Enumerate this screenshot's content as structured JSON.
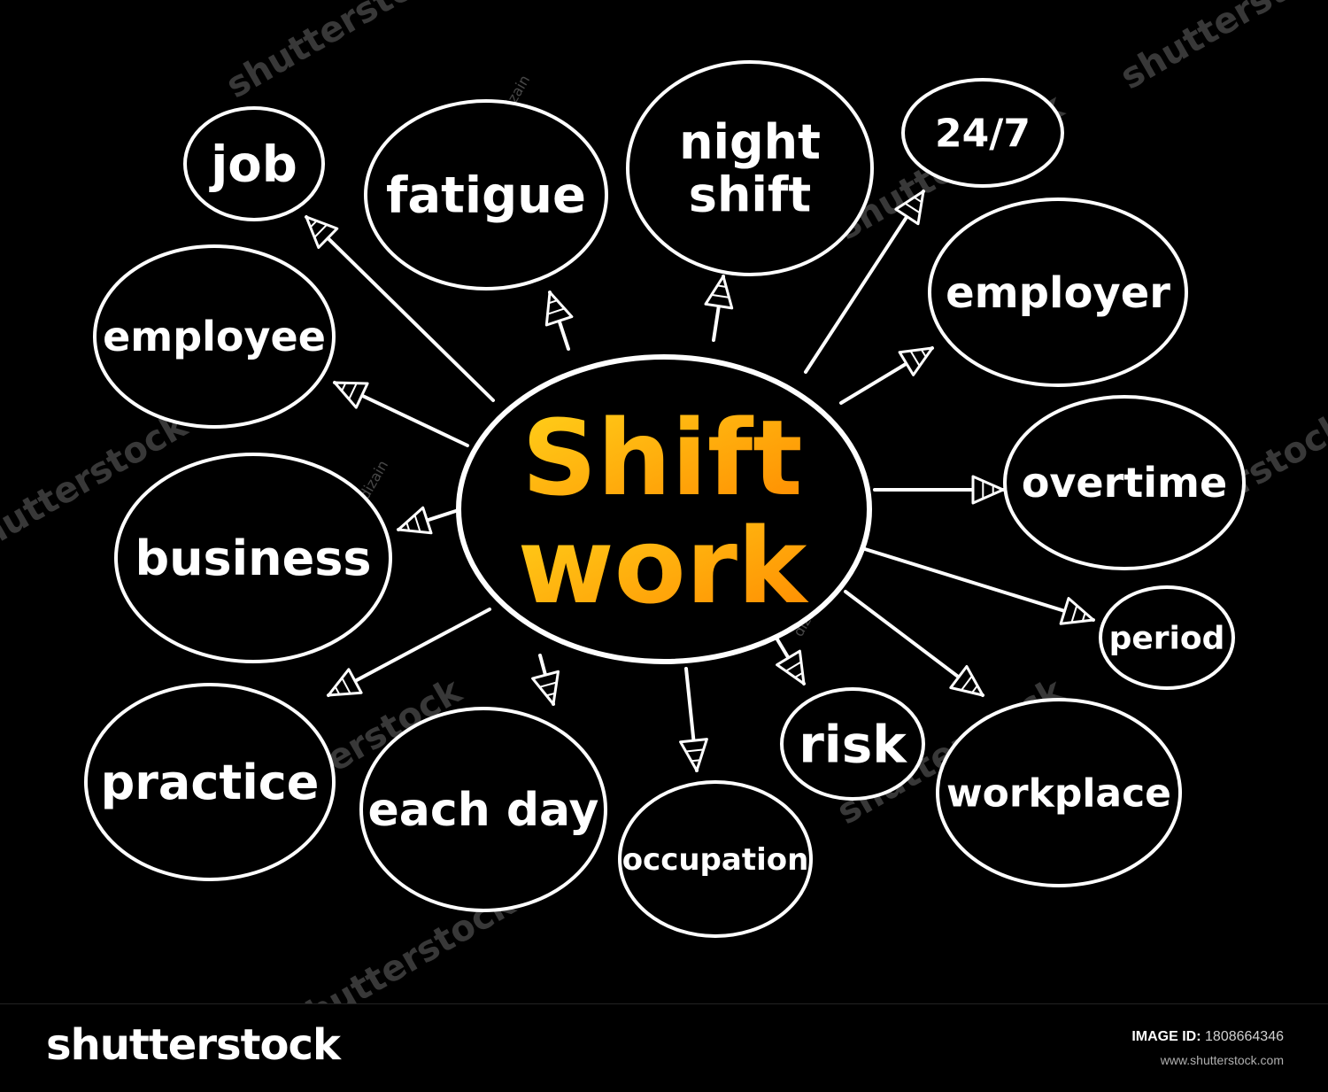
{
  "center": {
    "line1": "Shift",
    "line2": "work",
    "gradient": [
      "#ffd21a",
      "#ff8a00"
    ]
  },
  "nodes": [
    {
      "id": "job",
      "lines": [
        "job"
      ]
    },
    {
      "id": "fatigue",
      "lines": [
        "fatigue"
      ]
    },
    {
      "id": "night-shift",
      "lines": [
        "night",
        "shift"
      ]
    },
    {
      "id": "24-7",
      "lines": [
        "24/7"
      ]
    },
    {
      "id": "employer",
      "lines": [
        "employer"
      ]
    },
    {
      "id": "employee",
      "lines": [
        "employee"
      ]
    },
    {
      "id": "overtime",
      "lines": [
        "overtime"
      ]
    },
    {
      "id": "business",
      "lines": [
        "business"
      ]
    },
    {
      "id": "period",
      "lines": [
        "period"
      ]
    },
    {
      "id": "practice",
      "lines": [
        "practice"
      ]
    },
    {
      "id": "each-day",
      "lines": [
        "each day"
      ]
    },
    {
      "id": "occupation",
      "lines": [
        "occupation"
      ]
    },
    {
      "id": "risk",
      "lines": [
        "risk"
      ]
    },
    {
      "id": "workplace",
      "lines": [
        "workplace"
      ]
    }
  ],
  "watermark": {
    "text": "shutterstock",
    "author": "dizain"
  },
  "footer": {
    "logo": "shutterstock",
    "image_id_label": "IMAGE ID:",
    "image_id": "1808664346",
    "url": "www.shutterstock.com"
  },
  "colors": {
    "background": "#000000",
    "stroke": "#ffffff"
  }
}
